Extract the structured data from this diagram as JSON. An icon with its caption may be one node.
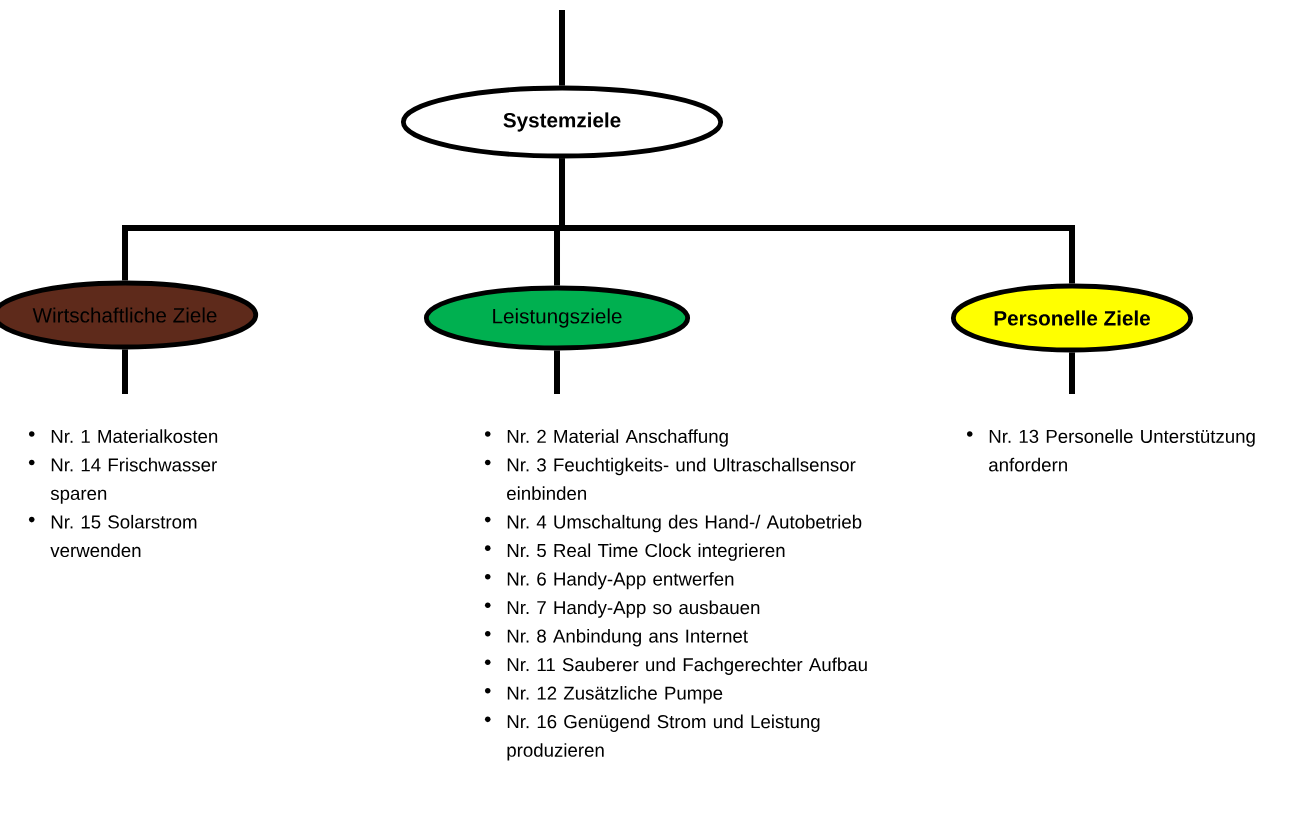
{
  "diagram": {
    "nodes": [
      {
        "text": [
          "Systemziele"
        ]
      },
      {
        "text": [
          "Wirtschaftliche Ziele"
        ]
      },
      {
        "text": [
          "Leistungsziele"
        ]
      },
      {
        "text": [
          "Personelle Ziele"
        ]
      },
      {
        "text": [
          "Nr. 1 Materialkosten",
          "Nr. 14 Frischwasser sparen",
          "Nr. 15 Solarstrom verwenden"
        ]
      },
      {
        "text": [
          "Nr. 2 Material Anschaffung",
          "Nr. 3 Feuchtigkeits- und Ultraschallsensor einbinden",
          "Nr. 4 Umschaltung des Hand-/ Autobetrieb",
          "Nr. 5 Real Time Clock integrieren",
          "Nr. 6 Handy-App entwerfen",
          "Nr. 7 Handy-App so ausbauen",
          "Nr. 8 Anbindung ans Internet",
          "Nr. 11 Sauberer und Fachgerechter Aufbau",
          "Nr. 12 Zusätzliche Pumpe",
          "Nr. 16 Genügend Strom und Leistung produzieren"
        ]
      },
      {
        "text": [
          "Nr. 13 Personelle Unterstützung anfordern"
        ]
      }
    ],
    "edges": [
      {
        "from": null,
        "to": 0,
        "arrow": "none"
      },
      {
        "from": 0,
        "to": 1,
        "arrow": "none"
      },
      {
        "from": 0,
        "to": 2,
        "arrow": "none"
      },
      {
        "from": 0,
        "to": 3,
        "arrow": "none"
      },
      {
        "from": 1,
        "to": 4,
        "arrow": "none"
      },
      {
        "from": 2,
        "to": 5,
        "arrow": "none"
      },
      {
        "from": 3,
        "to": 6,
        "arrow": "none"
      }
    ]
  }
}
